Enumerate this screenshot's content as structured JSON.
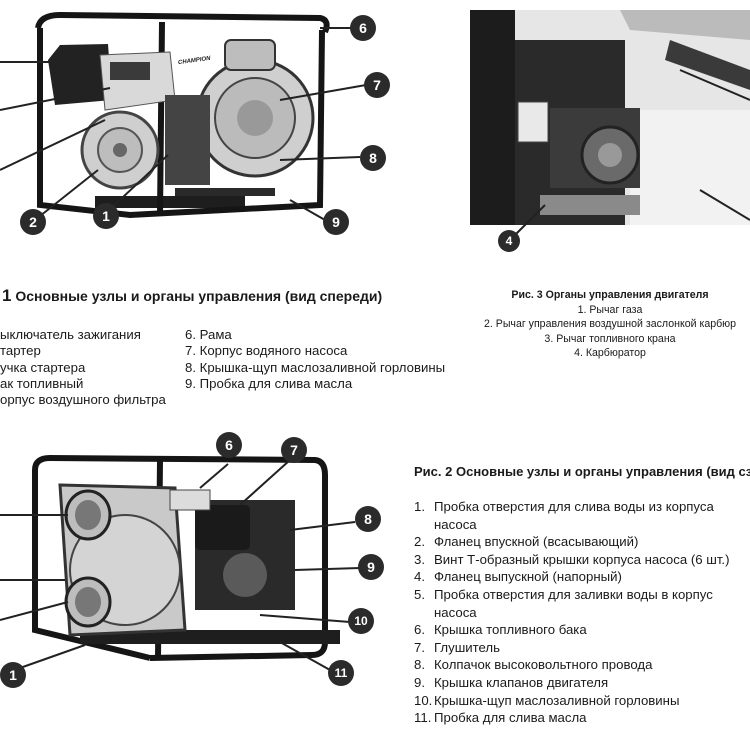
{
  "fig1": {
    "caption_num": "1",
    "caption": "Основные узлы и органы управления (вид спереди)",
    "callouts": [
      "1",
      "2",
      "6",
      "7",
      "8",
      "9"
    ],
    "left_items": [
      "ыключатель зажигания",
      "тартер",
      "учка стартера",
      "ак топливный",
      "орпус воздушного фильтра"
    ],
    "right_items": [
      "6. Рама",
      "7. Корпус водяного насоса",
      "8. Крышка-щуп маслозаливной горловины",
      "9. Пробка для слива масла"
    ],
    "brand": "CHAMPION"
  },
  "fig3": {
    "callouts": [
      "4"
    ],
    "title": "Рис. 3 Органы управления двигателя",
    "items": [
      "1. Рычаг газа",
      "2. Рычаг управления воздушной заслонкой карбюр",
      "3. Рычаг топливного крана",
      "4. Карбюратор"
    ]
  },
  "fig2": {
    "callouts": [
      "6",
      "7",
      "8",
      "9",
      "10",
      "11",
      "1"
    ],
    "title_prefix": "Рис. 2",
    "title": "Основные узлы и органы управления (вид сз",
    "items": [
      {
        "n": "1.",
        "lines": [
          "Пробка отверстия для слива воды из корпуса",
          "насоса"
        ]
      },
      {
        "n": "2.",
        "lines": [
          "Фланец впускной (всасывающий)"
        ]
      },
      {
        "n": "3.",
        "lines": [
          "Винт Т-образный крышки корпуса насоса (6 шт.)"
        ]
      },
      {
        "n": "4.",
        "lines": [
          "Фланец выпускной (напорный)"
        ]
      },
      {
        "n": "5.",
        "lines": [
          "Пробка отверстия для заливки воды в корпус",
          "насоса"
        ]
      },
      {
        "n": "6.",
        "lines": [
          "Крышка топливного бака"
        ]
      },
      {
        "n": "7.",
        "lines": [
          "Глушитель"
        ]
      },
      {
        "n": "8.",
        "lines": [
          "Колпачок высоковольтного провода"
        ]
      },
      {
        "n": "9.",
        "lines": [
          "Крышка клапанов двигателя"
        ]
      },
      {
        "n": "10.",
        "lines": [
          "Крышка-щуп маслозаливной горловины"
        ]
      },
      {
        "n": "11.",
        "lines": [
          "Пробка для слива масла"
        ]
      }
    ]
  }
}
